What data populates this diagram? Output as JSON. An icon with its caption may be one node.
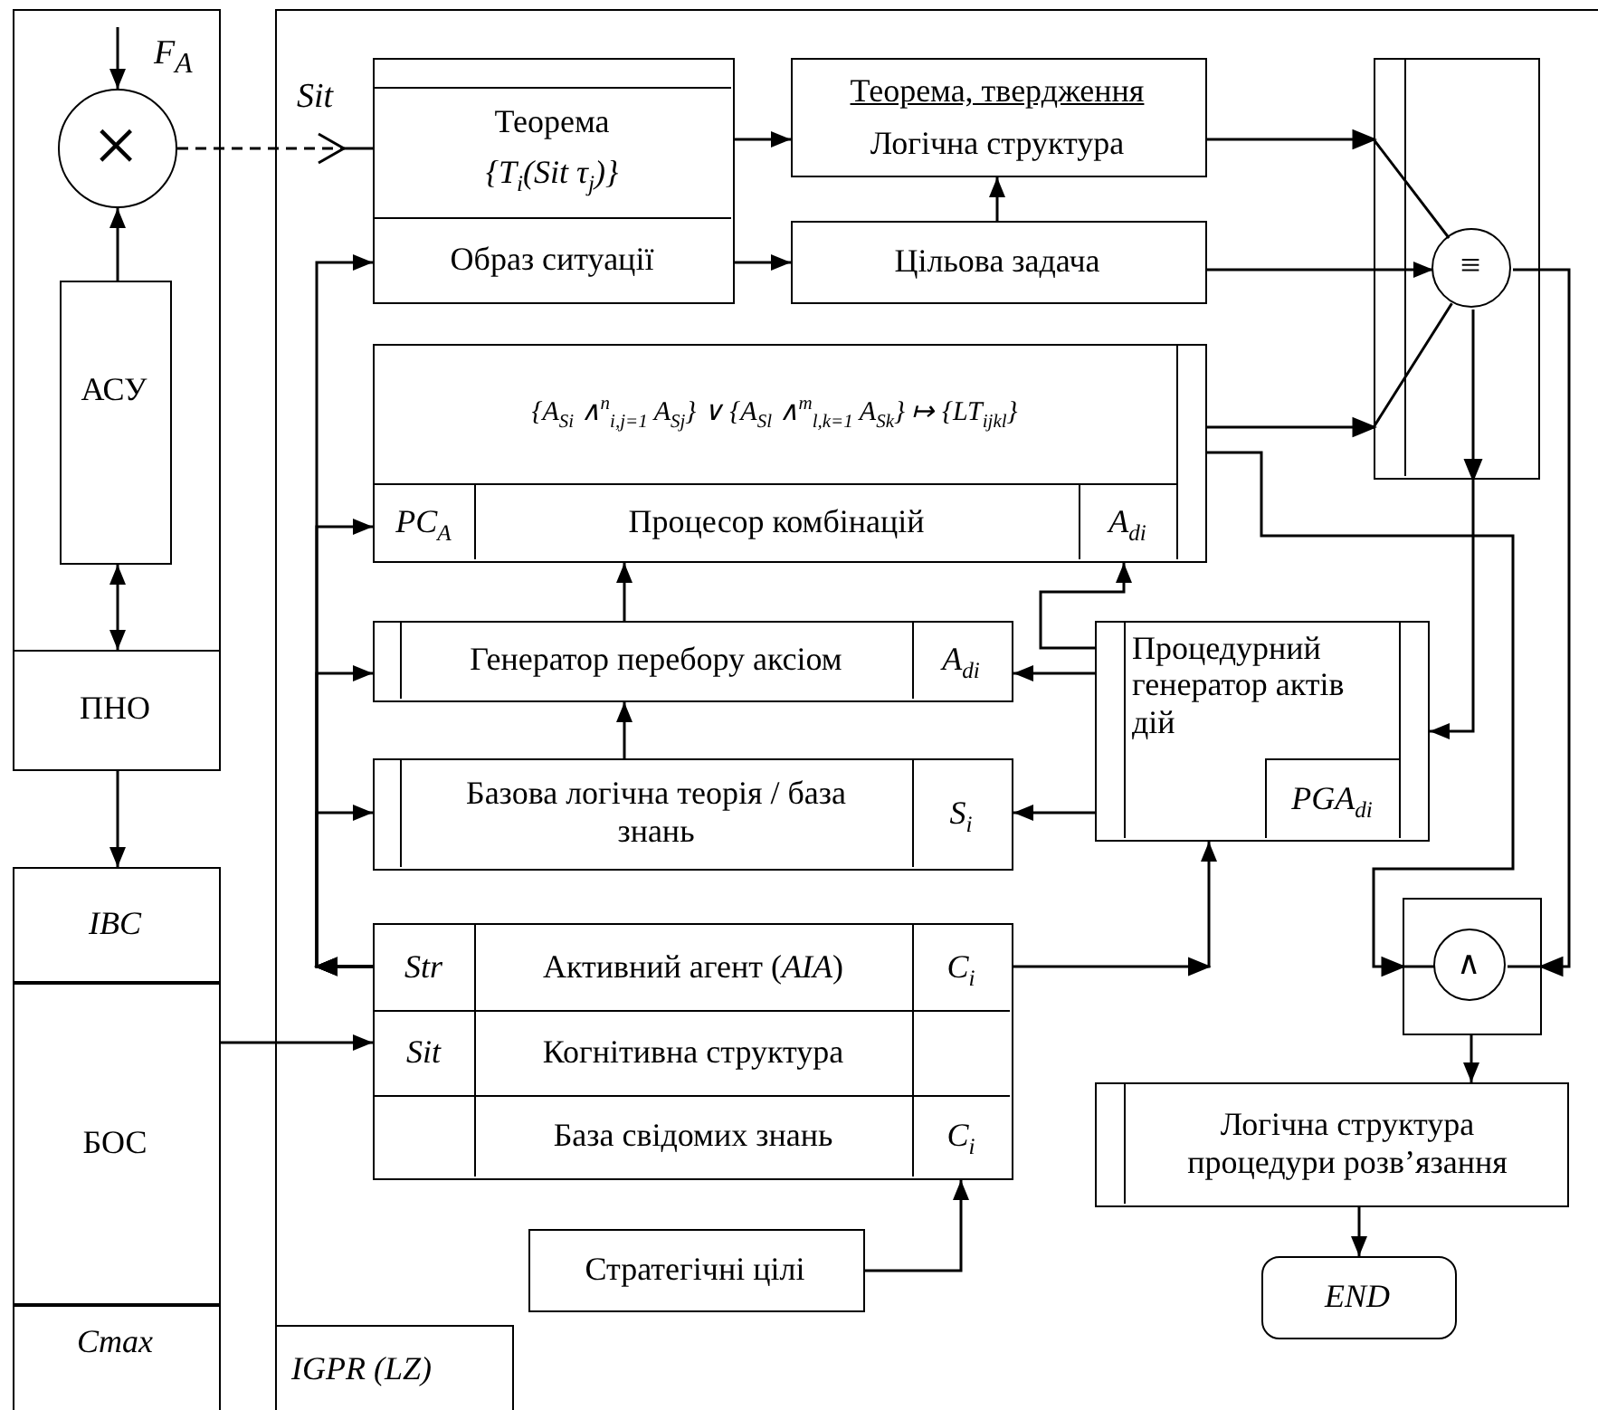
{
  "diagram": {
    "nodes": [
      {
        "text": [],
        "shape": "box"
      },
      {
        "text": [
          "×"
        ],
        "in": 0
      },
      {
        "text": [
          "АСУ"
        ],
        "in": 0
      },
      {
        "text": [
          "ПНО"
        ],
        "in": 0
      },
      {
        "text": [],
        "shape": "box"
      },
      {
        "text": [
          "IBC"
        ],
        "in": 4
      },
      {
        "text": [
          "БОС"
        ],
        "in": 4
      },
      {
        "text": [
          "Cmax"
        ],
        "in": 4
      },
      {
        "text": [
          "IGPR (LZ)"
        ]
      },
      {
        "text": [
          "Теорема",
          "{T$_{i}$(Sit τ$_{j}$)}",
          "Образ ситуації"
        ],
        "in": 8
      },
      {
        "text": [
          "Теорема, твердження",
          "Логічна структура"
        ],
        "in": 8
      },
      {
        "text": [
          "Цільова задача"
        ],
        "in": 8
      },
      {
        "text": [],
        "shape": "box",
        "in": 8
      },
      {
        "text": [
          "≡"
        ],
        "in": 12
      },
      {
        "text": [
          "{A$_{Si}$ ∧$^{n}$$_{i,j=1}$ A$_{Sj}$} ∨ {A$_{Sl}$ ∧$^{m}$$_{l,k=1}$ A$_{Sk}$} ↦ {LT$_{ijkl}$}",
          "PC$_{A}$",
          "Процесор комбінацій",
          "A$_{di}$"
        ],
        "in": 8
      },
      {
        "text": [
          "Генератор перебору аксіом",
          "A$_{di}$"
        ],
        "in": 8
      },
      {
        "text": [
          "Процедурний генератор актів дій",
          "PGA$_{di}$"
        ],
        "in": 8
      },
      {
        "text": [
          "Базова логічна теорія / база знань",
          "S$_{i}$"
        ],
        "in": 8
      },
      {
        "text": [
          "Str",
          "Активний агент (*AIA*)",
          "C$_{i}$",
          "Sit",
          "Когнітивна структура",
          "База свідомих знань",
          "C$_{i}$"
        ],
        "in": 8
      },
      {
        "text": [],
        "shape": "box",
        "in": 8
      },
      {
        "text": [
          "∧"
        ],
        "in": 19
      },
      {
        "text": [
          "Стратегічні цілі"
        ],
        "in": 8
      },
      {
        "text": [
          "Логічна структура процедури розв’язання"
        ],
        "in": 8
      },
      {
        "text": [
          "END"
        ],
        "in": 8
      }
    ],
    "edges": [
      {
        "from": null,
        "to": 1,
        "arrow": "to",
        "label": "F$_{A}$"
      },
      {
        "from": 2,
        "to": 1,
        "arrow": "to"
      },
      {
        "from": 2,
        "to": 3,
        "arrow": "both"
      },
      {
        "from": 3,
        "to": 5,
        "arrow": "to"
      },
      {
        "from": 1,
        "to": 9,
        "arrow": "to",
        "style": "dashed",
        "label": "Sit"
      },
      {
        "from": 9,
        "to": 10,
        "arrow": "to"
      },
      {
        "from": 9,
        "to": 11,
        "arrow": "to"
      },
      {
        "from": 11,
        "to": 10,
        "arrow": "to"
      },
      {
        "from": 10,
        "to": 13,
        "arrow": "to"
      },
      {
        "from": 11,
        "to": 13,
        "arrow": "to"
      },
      {
        "from": 14,
        "to": 13,
        "arrow": "to"
      },
      {
        "from": 13,
        "to": 16,
        "arrow": "to"
      },
      {
        "from": 13,
        "to": 20,
        "arrow": "to"
      },
      {
        "from": 14,
        "to": 20,
        "arrow": "to"
      },
      {
        "from": 16,
        "to": 14,
        "arrow": "to"
      },
      {
        "from": 16,
        "to": 15,
        "arrow": "to"
      },
      {
        "from": 16,
        "to": 17,
        "arrow": "to"
      },
      {
        "from": 18,
        "to": 16,
        "arrow": "to"
      },
      {
        "from": 15,
        "to": 14,
        "arrow": "to"
      },
      {
        "from": 17,
        "to": 15,
        "arrow": "to"
      },
      {
        "from": 18,
        "to": 9,
        "arrow": "to"
      },
      {
        "from": 18,
        "to": 14,
        "arrow": "to"
      },
      {
        "from": 18,
        "to": 15,
        "arrow": "to"
      },
      {
        "from": 18,
        "to": 17,
        "arrow": "to"
      },
      {
        "from": 6,
        "to": 18,
        "arrow": "to"
      },
      {
        "from": 21,
        "to": 18,
        "arrow": "to"
      },
      {
        "from": 19,
        "to": 22,
        "arrow": "to"
      },
      {
        "from": 22,
        "to": 23,
        "arrow": "to"
      }
    ]
  }
}
